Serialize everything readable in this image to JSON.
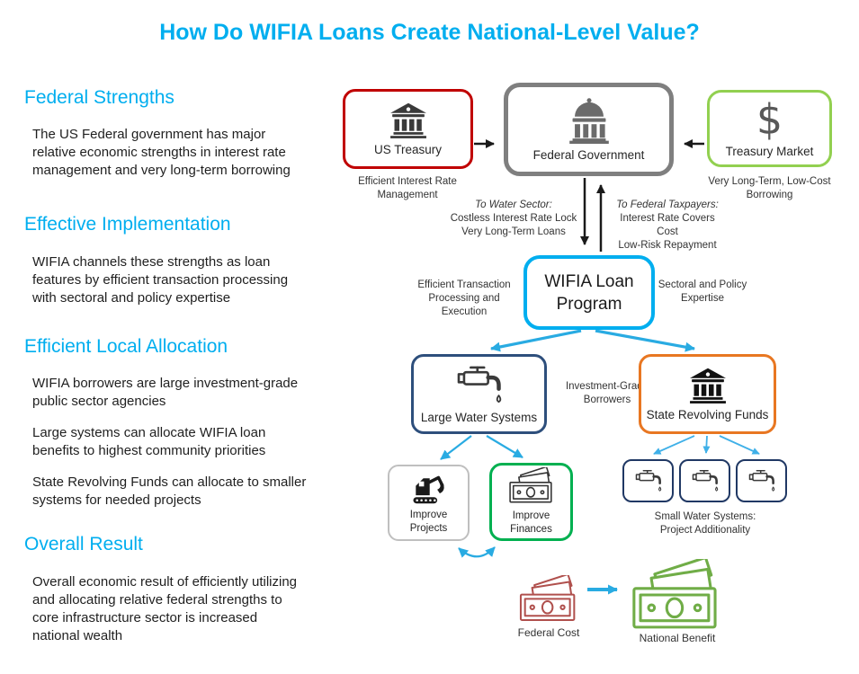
{
  "title": "How Do WIFIA Loans Create National-Level Value?",
  "colors": {
    "accent_blue": "#00AEEF",
    "us_treasury_red": "#C00000",
    "federal_gray": "#7F7F7F",
    "treasury_green": "#92D050",
    "wifia_blue": "#00AEEF",
    "water_navy": "#2E4F7C",
    "srf_orange": "#E87722",
    "projects_gray": "#BFBFBF",
    "finances_green": "#00B050",
    "small_box_navy": "#203864",
    "arrow_black": "#1A1A1A",
    "arrow_blue": "#29ABE2",
    "cost_red": "#B0504D",
    "benefit_green": "#70AD47"
  },
  "sidebar": {
    "sections": [
      {
        "heading": "Federal Strengths",
        "paragraphs": [
          [
            "The US Federal government has major",
            "relative economic  strengths in interest rate",
            "management and very long-term borrowing"
          ]
        ]
      },
      {
        "heading": "Effective Implementation",
        "paragraphs": [
          [
            "WIFIA channels these strengths as loan",
            "features by efficient transaction processing",
            "with sectoral and policy expertise"
          ]
        ]
      },
      {
        "heading": "Efficient Local Allocation",
        "paragraphs": [
          [
            "WIFIA borrowers are large investment-grade",
            "public sector agencies"
          ],
          [
            "Large systems can allocate WIFIA loan",
            "benefits to highest community priorities"
          ],
          [
            "State Revolving Funds can allocate to smaller",
            "systems for needed projects"
          ]
        ]
      },
      {
        "heading": "Overall Result",
        "paragraphs": [
          [
            "Overall economic result of efficiently utilizing",
            "and allocating relative federal strengths to",
            "core infrastructure sector is increased",
            "national wealth"
          ]
        ]
      }
    ]
  },
  "diagram": {
    "nodes": {
      "us_treasury": {
        "label": "US Treasury",
        "icon": "bank-icon",
        "border_color": "#C00000",
        "caption_lines": [
          "Efficient Interest Rate",
          "Management"
        ]
      },
      "federal_government": {
        "label": "Federal Government",
        "icon": "bank-dome-icon",
        "border_color": "#7F7F7F"
      },
      "treasury_market": {
        "label": "Treasury Market",
        "icon": "dollar-icon",
        "icon_glyph": "$",
        "border_color": "#92D050",
        "caption_lines": [
          "Very Long-Term, Low-Cost",
          "Borrowing"
        ]
      },
      "wifia_loan_program": {
        "label_lines": [
          "WIFIA Loan",
          "Program"
        ],
        "border_color": "#00AEEF"
      },
      "large_water_systems": {
        "label": "Large Water Systems",
        "icon": "faucet-icon",
        "border_color": "#2E4F7C"
      },
      "state_revolving_funds": {
        "label": "State Revolving Funds",
        "icon": "bank-icon",
        "border_color": "#E87722"
      },
      "improve_projects": {
        "label_lines": [
          "Improve",
          "Projects"
        ],
        "icon": "excavator-icon",
        "border_color": "#BFBFBF"
      },
      "improve_finances": {
        "label_lines": [
          "Improve",
          "Finances"
        ],
        "icon": "banknote-icon",
        "border_color": "#00B050"
      },
      "small_water_systems": {
        "count": 3,
        "icon": "faucet-icon",
        "border_color": "#203864",
        "caption_lines": [
          "Small Water Systems:",
          "Project Additionality"
        ]
      }
    },
    "annotations": {
      "to_water_sector": {
        "heading": "To Water Sector:",
        "lines": [
          "Costless Interest Rate Lock",
          "Very Long-Term Loans"
        ]
      },
      "to_federal_taxpayers": {
        "heading": "To Federal Taxpayers:",
        "lines": [
          "Interest Rate Covers Cost",
          "Low-Risk Repayment"
        ]
      },
      "wifia_left_lines": [
        "Efficient Transaction",
        "Processing and Execution"
      ],
      "wifia_right_lines": [
        "Sectoral and Policy",
        "Expertise"
      ],
      "investment_grade_lines": [
        "Investment-Grade",
        "Borrowers"
      ]
    },
    "bottom": {
      "federal_cost_label": "Federal Cost",
      "national_benefit_label": "National Benefit",
      "federal_cost_icon": "money-stack-icon",
      "national_benefit_icon": "money-stack-icon"
    }
  }
}
